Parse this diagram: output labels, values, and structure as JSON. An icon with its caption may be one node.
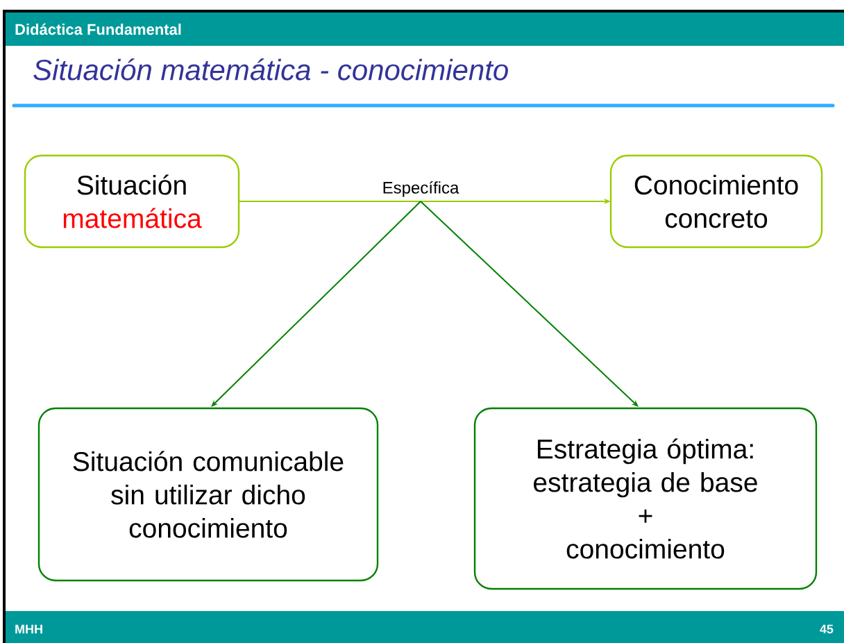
{
  "diagram": {
    "title": "Situación matemática - conocimiento",
    "nodes": [
      {
        "text": [
          "Situación",
          "matemática"
        ]
      },
      {
        "text": [
          "Conocimiento concreto"
        ]
      },
      {
        "text": [
          "Situación comunicable sin utilizar dicho conocimiento"
        ]
      },
      {
        "text": [
          "Estrategia óptima: estrategia de base",
          "+",
          "conocimiento"
        ]
      }
    ],
    "edges": [
      {
        "from": 0,
        "to": 1,
        "arrow": "to",
        "label": "Específica",
        "color": "#99cc00"
      },
      {
        "from": null,
        "to": 2,
        "arrow": "to"
      },
      {
        "from": null,
        "to": 3,
        "arrow": "to"
      }
    ],
    "labels": [
      "Didáctica Fundamental",
      "MHH",
      "45"
    ]
  }
}
